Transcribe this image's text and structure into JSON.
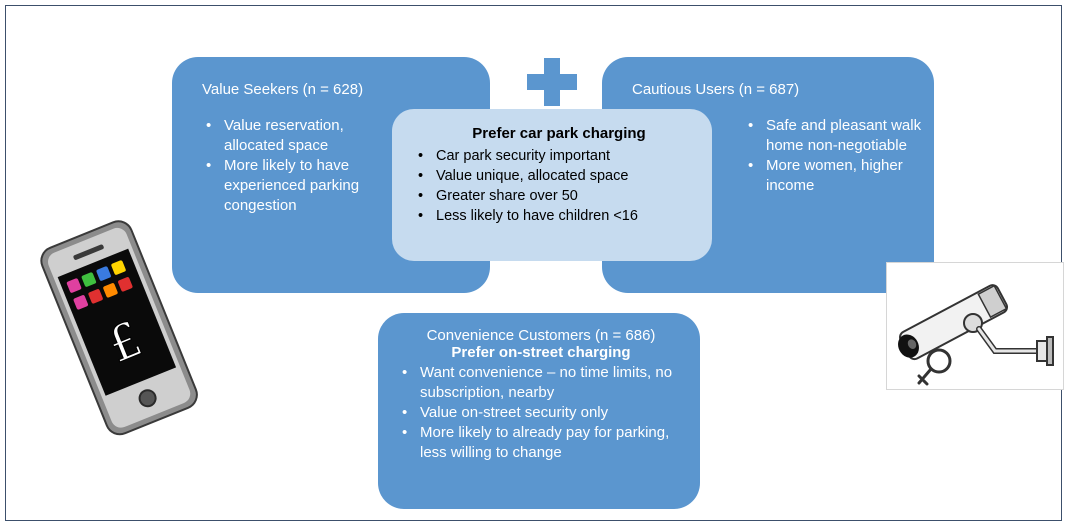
{
  "value_seekers": {
    "title": "Value Seekers (n = 628)",
    "bullets": [
      "Value reservation, allocated space",
      "More likely to have experienced parking congestion"
    ]
  },
  "cautious_users": {
    "title": "Cautious Users (n = 687)",
    "bullets": [
      "Safe and pleasant walk home non-negotiable",
      "More women, higher income"
    ]
  },
  "car_park": {
    "title": "Prefer car park charging",
    "bullets": [
      "Car park security important",
      "Value unique, allocated space",
      "Greater share over 50",
      "Less likely to have children <16"
    ]
  },
  "convenience_customers": {
    "title": "Convenience Customers (n = 686)",
    "subtitle": "Prefer on-street charging",
    "bullets": [
      "Want convenience – no time limits, no subscription, nearby",
      "Value on-street security only",
      "More likely to already pay for parking, less willing to change"
    ]
  },
  "icons": {
    "plus": "plus-icon",
    "phone": "smartphone-pound-icon",
    "camera": "security-camera-icon",
    "female": "female-symbol-icon"
  },
  "colors": {
    "box_blue": "#5b96cf",
    "center_light_blue": "#c6dbef",
    "plus_blue": "#5b96cf"
  }
}
